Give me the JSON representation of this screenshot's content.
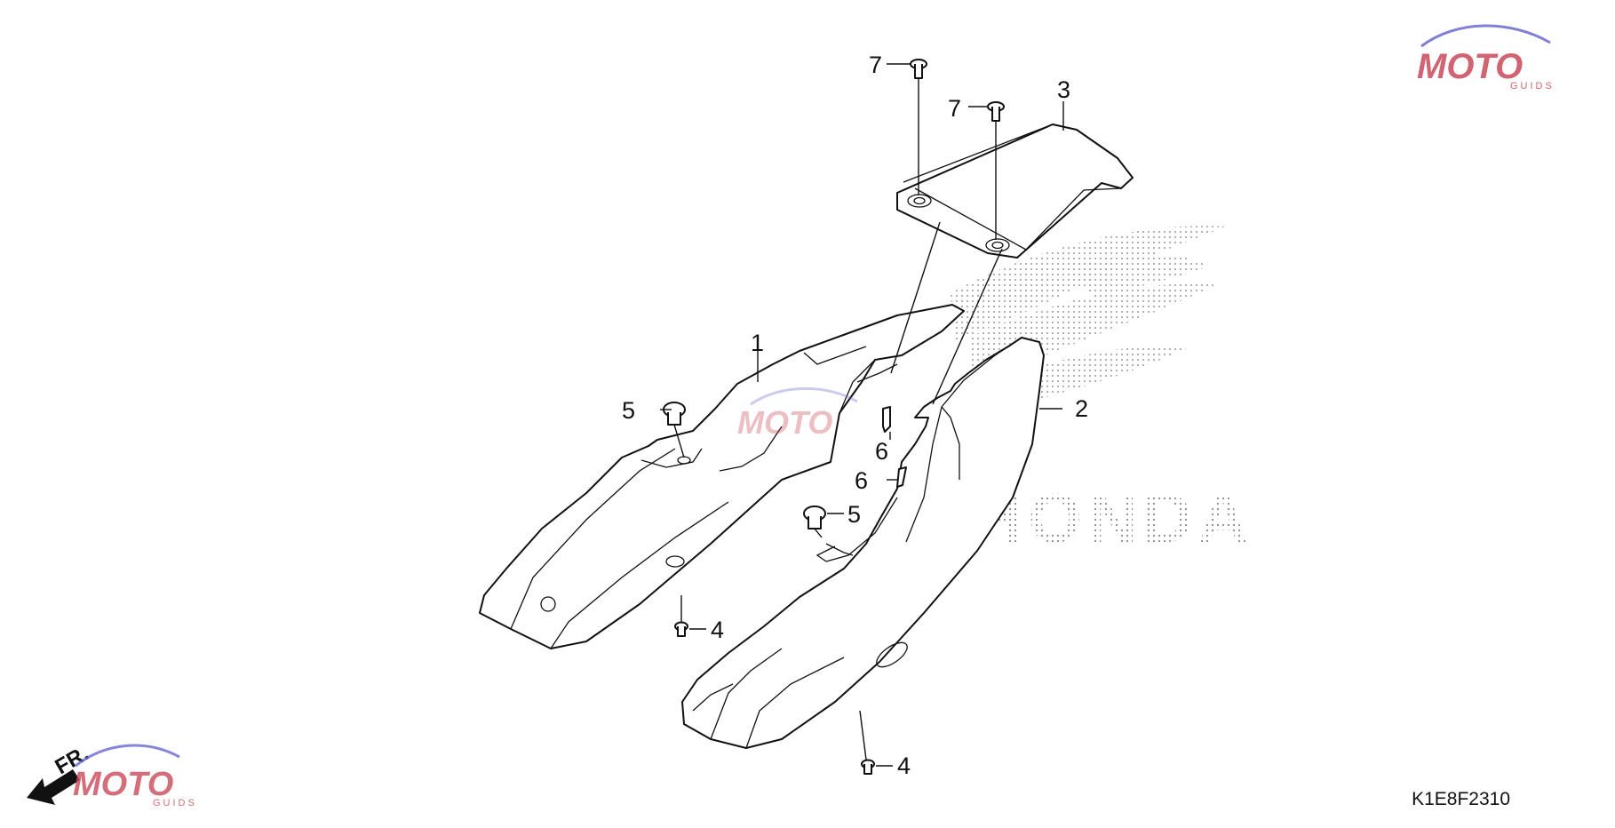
{
  "diagram_code": "K1E8F2310",
  "front_indicator": "FR.",
  "watermark": {
    "text": "MOTO",
    "subtext": "GUIDS",
    "colors": {
      "primary": "#c94a5a",
      "secondary": "#6a6ad0"
    }
  },
  "background_logo": {
    "text": "HONDA",
    "color": "#9a9a9a"
  },
  "callouts": [
    {
      "id": "part-1",
      "label": "1"
    },
    {
      "id": "part-2",
      "label": "2"
    },
    {
      "id": "part-3",
      "label": "3"
    },
    {
      "id": "part-4-upper",
      "label": "4"
    },
    {
      "id": "part-4-lower",
      "label": "4"
    },
    {
      "id": "part-5-left",
      "label": "5"
    },
    {
      "id": "part-5-right",
      "label": "5"
    },
    {
      "id": "part-6-upper",
      "label": "6"
    },
    {
      "id": "part-6-lower",
      "label": "6"
    },
    {
      "id": "part-7-left",
      "label": "7"
    },
    {
      "id": "part-7-right",
      "label": "7"
    }
  ]
}
